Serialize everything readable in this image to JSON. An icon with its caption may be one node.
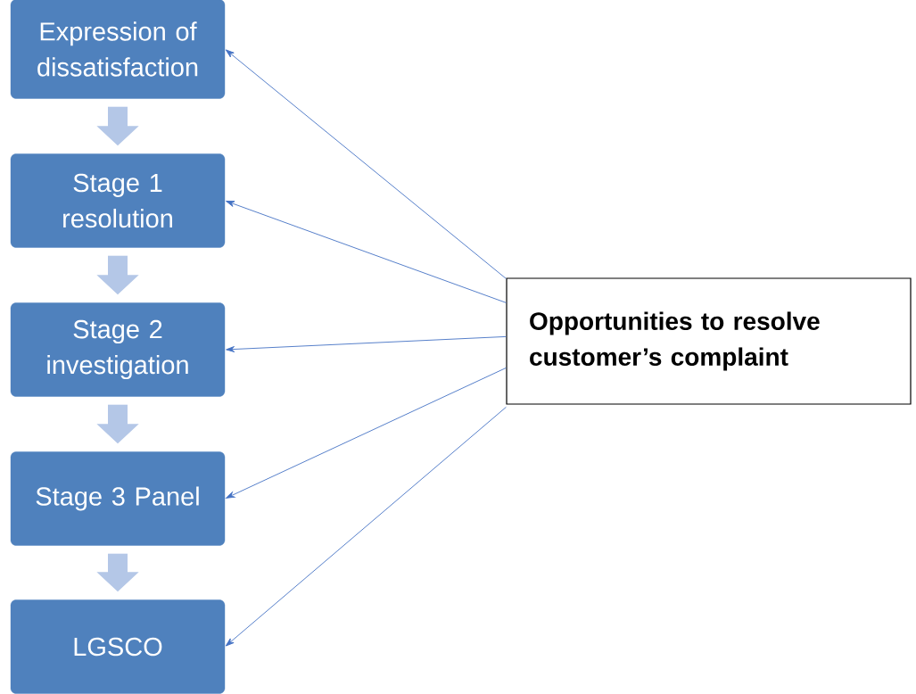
{
  "diagram": {
    "nodes": [
      {
        "text": [
          "Expression of dissatisfaction"
        ]
      },
      {
        "text": [
          "Stage 1 resolution"
        ]
      },
      {
        "text": [
          "Stage 2 investigation"
        ]
      },
      {
        "text": [
          "Stage 3 Panel"
        ]
      },
      {
        "text": [
          "LGSCO"
        ]
      },
      {
        "text": [
          "Opportunities to resolve customer’s complaint"
        ]
      }
    ],
    "edges": [
      {
        "from": 0,
        "to": 1,
        "arrow": "to",
        "style": "thick",
        "color": "#b4c7e7"
      },
      {
        "from": 1,
        "to": 2,
        "arrow": "to",
        "style": "thick",
        "color": "#b4c7e7"
      },
      {
        "from": 2,
        "to": 3,
        "arrow": "to",
        "style": "thick",
        "color": "#b4c7e7"
      },
      {
        "from": 3,
        "to": 4,
        "arrow": "to",
        "style": "thick",
        "color": "#b4c7e7"
      },
      {
        "from": 5,
        "to": 0,
        "arrow": "to"
      },
      {
        "from": 5,
        "to": 1,
        "arrow": "to"
      },
      {
        "from": 5,
        "to": 2,
        "arrow": "to"
      },
      {
        "from": 5,
        "to": 3,
        "arrow": "to"
      },
      {
        "from": 5,
        "to": 4,
        "arrow": "to"
      }
    ]
  }
}
